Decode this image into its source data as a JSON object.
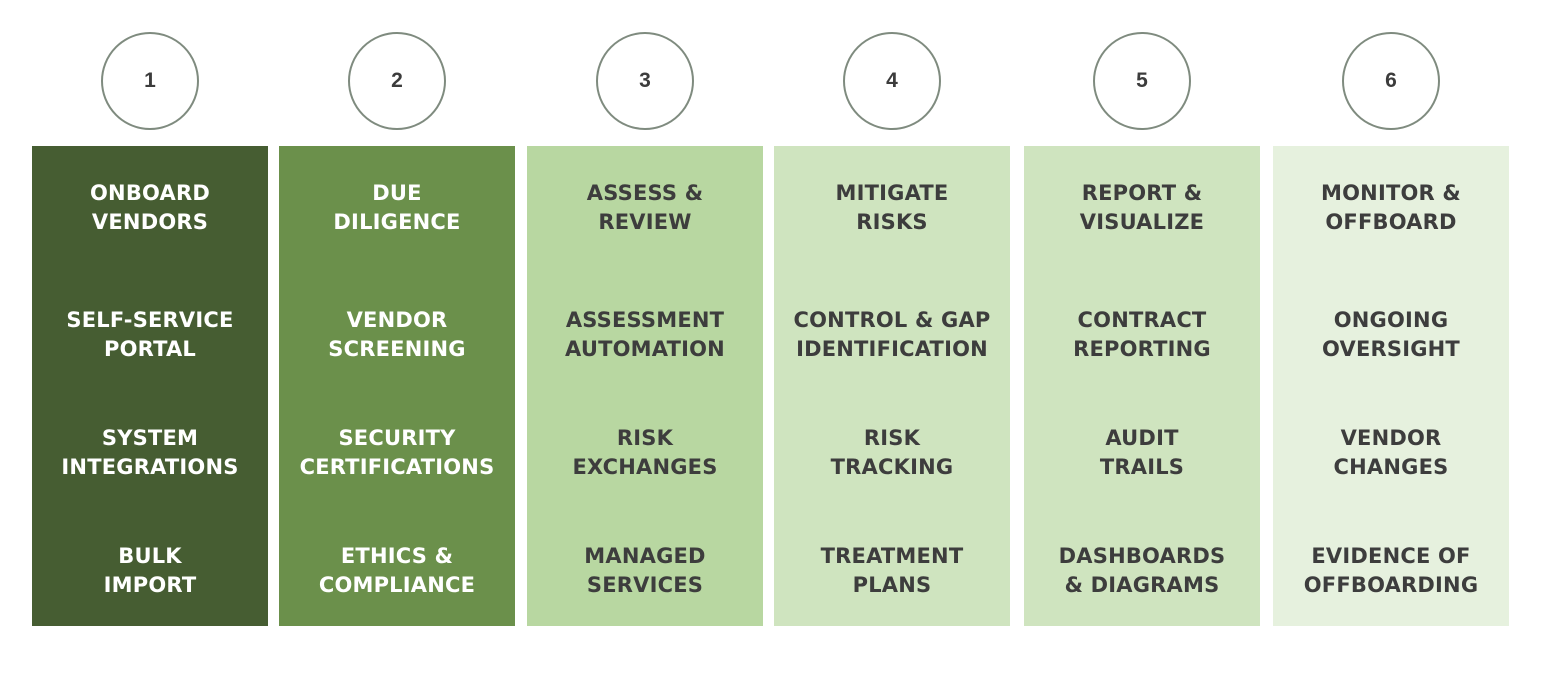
{
  "stages": [
    {
      "number": "1",
      "color": "#465d32",
      "text_color": "#ffffff",
      "items": [
        [
          "ONBOARD",
          "VENDORS"
        ],
        [
          "SELF-SERVICE",
          "PORTAL"
        ],
        [
          "SYSTEM",
          "INTEGRATIONS"
        ],
        [
          "BULK",
          "IMPORT"
        ]
      ]
    },
    {
      "number": "2",
      "color": "#6b904b",
      "text_color": "#ffffff",
      "items": [
        [
          "DUE",
          "DILIGENCE"
        ],
        [
          "VENDOR",
          "SCREENING"
        ],
        [
          "SECURITY",
          "CERTIFICATIONS"
        ],
        [
          "ETHICS &",
          "COMPLIANCE"
        ]
      ]
    },
    {
      "number": "3",
      "color": "#b8d7a1",
      "text_color": "#3d3d3d",
      "items": [
        [
          "ASSESS &",
          "REVIEW"
        ],
        [
          "ASSESSMENT",
          "AUTOMATION"
        ],
        [
          "RISK",
          "EXCHANGES"
        ],
        [
          "MANAGED",
          "SERVICES"
        ]
      ]
    },
    {
      "number": "4",
      "color": "#cfe4bf",
      "text_color": "#3d3d3d",
      "items": [
        [
          "MITIGATE",
          "RISKS"
        ],
        [
          "CONTROL & GAP",
          "IDENTIFICATION"
        ],
        [
          "RISK",
          "TRACKING"
        ],
        [
          "TREATMENT",
          "PLANS"
        ]
      ]
    },
    {
      "number": "5",
      "color": "#cfe4bf",
      "text_color": "#3d3d3d",
      "items": [
        [
          "REPORT &",
          "VISUALIZE"
        ],
        [
          "CONTRACT",
          "REPORTING"
        ],
        [
          "AUDIT",
          "TRAILS"
        ],
        [
          "DASHBOARDS",
          "& DIAGRAMS"
        ]
      ]
    },
    {
      "number": "6",
      "color": "#e6f1de",
      "text_color": "#3d3d3d",
      "items": [
        [
          "MONITOR &",
          "OFFBOARD"
        ],
        [
          "ONGOING",
          "OVERSIGHT"
        ],
        [
          "VENDOR",
          "CHANGES"
        ],
        [
          "EVIDENCE OF",
          "OFFBOARDING"
        ]
      ]
    }
  ]
}
